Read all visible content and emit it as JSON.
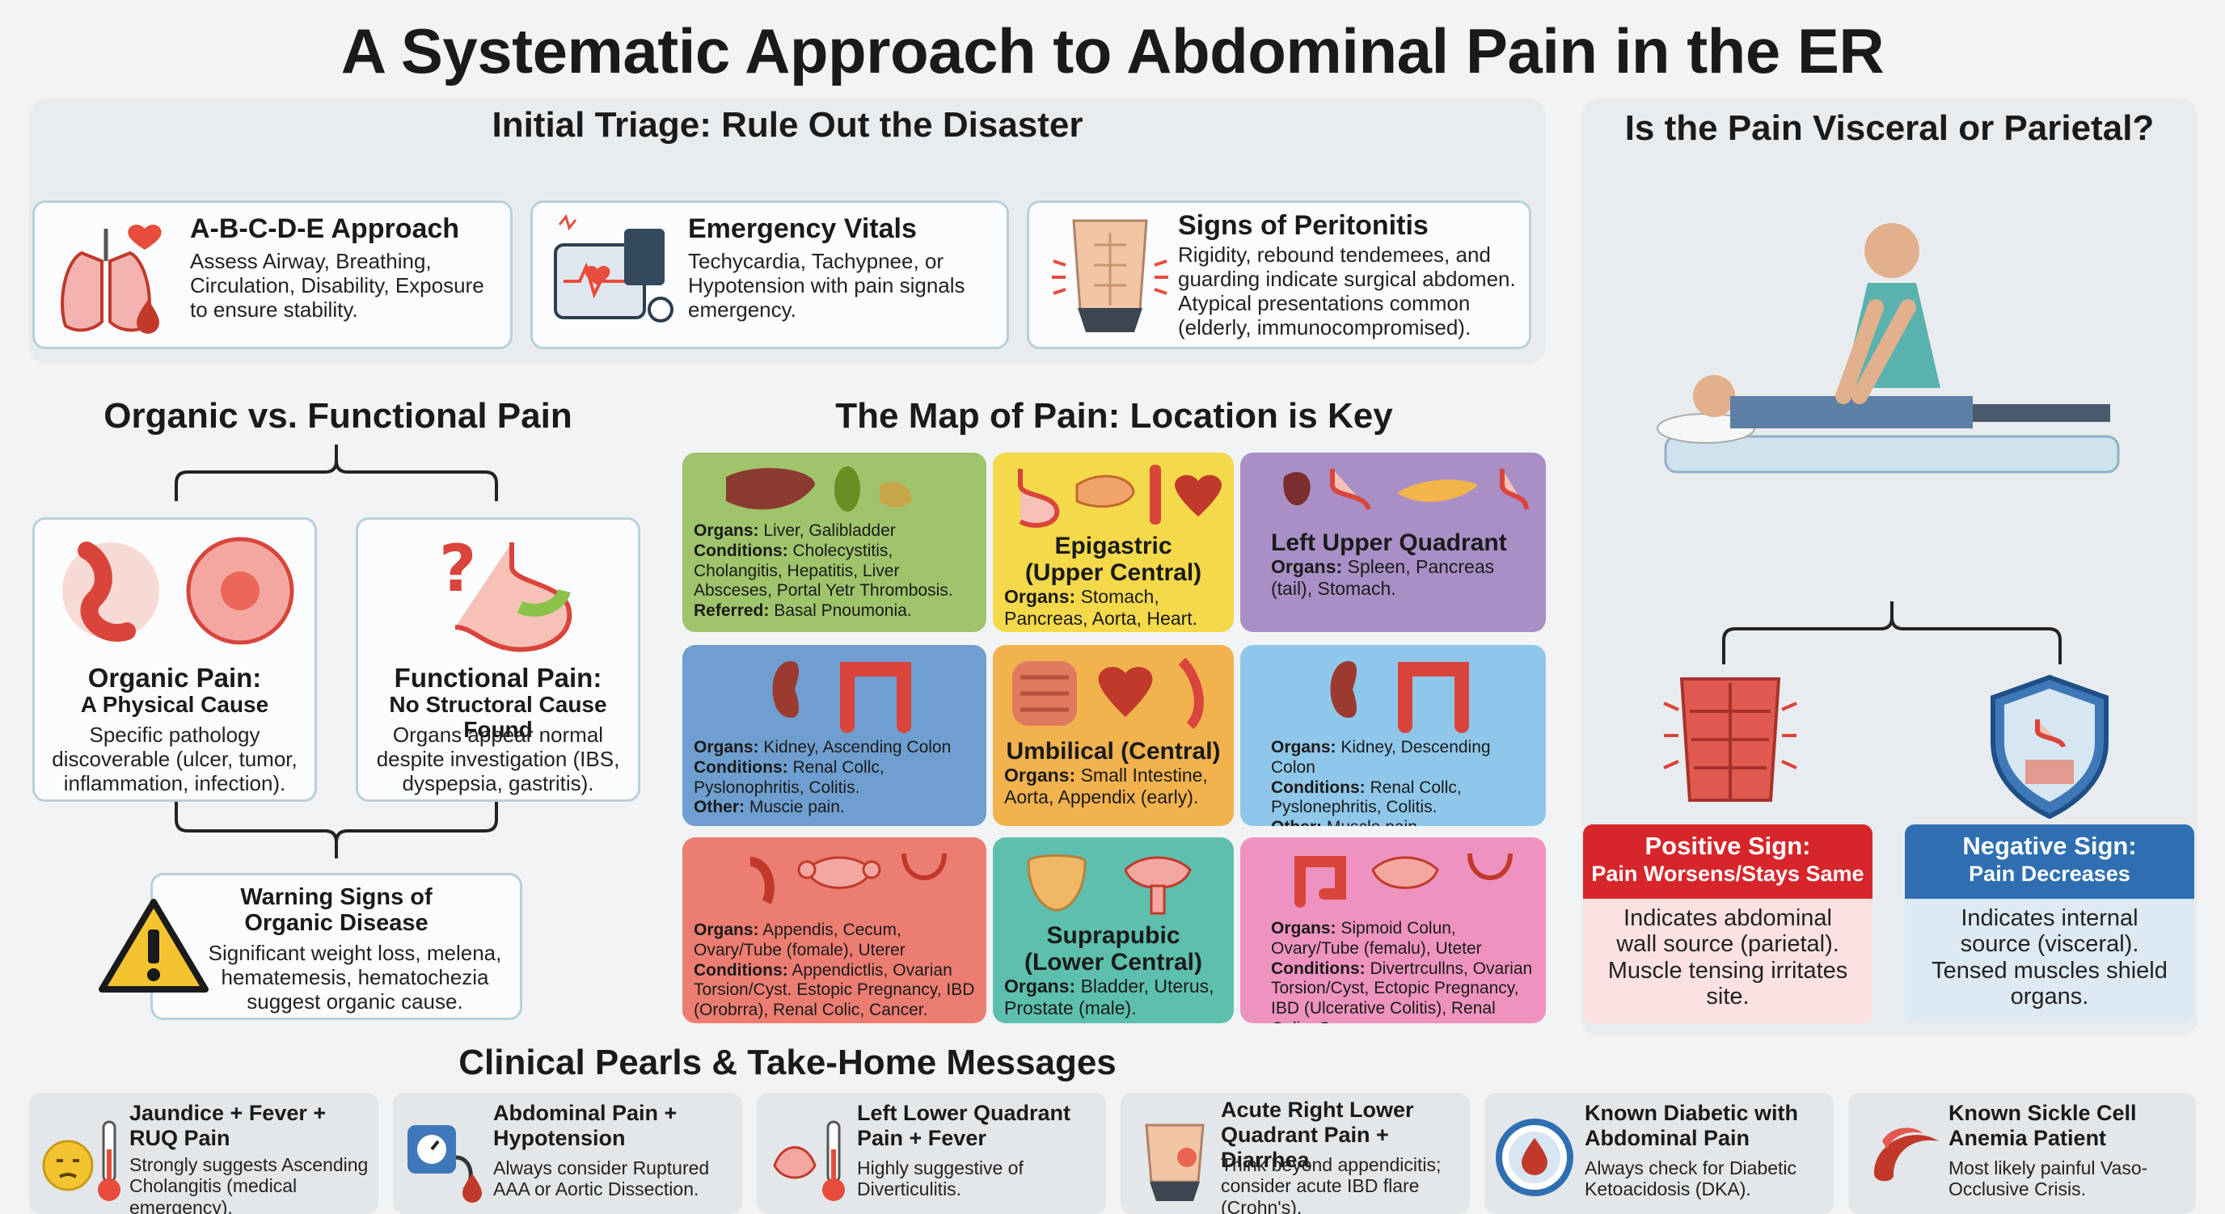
{
  "title": "A Systematic Approach to Abdominal Pain in the ER",
  "triage": {
    "title": "Initial Triage: Rule Out the Disaster",
    "cards": [
      {
        "title": "A-B-C-D-E Approach",
        "text": "Assess Airway, Breathing, Circulation, Disability, Exposure to ensure stability."
      },
      {
        "title": "Emergency Vitals",
        "text": "Techycardia, Tachypnee, or Hypotension with pain signals emergency."
      },
      {
        "title": "Signs of Peritonitis",
        "text": "Rigidity, rebound tendemees, and guarding indicate surgical abdomen. Atypical presentations common (elderly, immunocompromised)."
      }
    ]
  },
  "organic": {
    "title": "Organic vs. Functional Pain",
    "organic_card": {
      "title": "Organic Pain:",
      "subtitle": "A Physical Cause",
      "text": "Specific pathology discoverable (ulcer, tumor, inflammation, infection)."
    },
    "functional_card": {
      "title": "Functional Pain:",
      "subtitle": "No Structoral Cause Found",
      "text": "Organs appear normal despite investigation (IBS, dyspepsia, gastritis)."
    },
    "warning": {
      "title": "Warning Signs of Organic Disease",
      "text": "Significant weight loss, melena, hematemesis, hematochezia suggest organic cause."
    }
  },
  "map": {
    "title": "The Map of Pain: Location is Key",
    "colors": {
      "ruq": "#9fc46b",
      "epi": "#f4d94a",
      "luq": "#a98fc6",
      "rf": "#6f9fd0",
      "umb": "#f2b24e",
      "lf": "#8fc7ea",
      "rlq": "#ec7d72",
      "supra": "#5dbfae",
      "llq": "#ee93bf"
    },
    "ruq": {
      "organs_label": "Organs:",
      "organs": "Liver, Galibladder",
      "conditions_label": "Conditions:",
      "conditions": "Cholecystitis, Cholangitis, Hepatitis, Liver Absceses, Portal Yetr Thrombosis.",
      "referred_label": "Referred:",
      "referred": "Basal Pnoumonia."
    },
    "epi": {
      "title": "Epigastric",
      "subtitle": "(Upper Central)",
      "organs_label": "Organs:",
      "organs": "Stomach, Pancreas, Aorta, Heart."
    },
    "luq": {
      "title": "Left Upper Quadrant",
      "organs_label": "Organs:",
      "organs": "Spleen, Pancreas (tail), Stomach."
    },
    "rf": {
      "organs_label": "Organs:",
      "organs": "Kidney, Ascending Colon",
      "conditions_label": "Conditions:",
      "conditions": "Renal Collc, Pyslonophritis, Colitis.",
      "other_label": "Other:",
      "other": "Muscie pain."
    },
    "umb": {
      "title": "Umbilical (Central)",
      "organs_label": "Organs:",
      "organs": "Small Intestine, Aorta, Appendix (early)."
    },
    "lf": {
      "organs_label": "Organs:",
      "organs": "Kidney, Descending Colon",
      "conditions_label": "Conditions:",
      "conditions": "Renal Collc, Pyslonephritis, Colitis.",
      "other_label": "Other:",
      "other": "Muscle pain."
    },
    "rlq": {
      "organs_label": "Organs:",
      "organs": "Appendis, Cecum, Ovary/Tube (fomale), Uterer",
      "conditions_label": "Conditions:",
      "conditions": "Appendictlis, Ovarian Torsion/Cyst. Estopic Pregnancy, IBD (Orobrra), Renal Colic, Cancer."
    },
    "supra": {
      "title": "Suprapubic",
      "subtitle": "(Lower Central)",
      "organs_label": "Organs:",
      "organs": "Bladder, Uterus, Prostate (male)."
    },
    "llq": {
      "organs_label": "Organs:",
      "organs": "Sipmoid Colun, Ovary/Tube (femalu), Uteter",
      "conditions_label": "Conditions:",
      "conditions": "Divertrcullns, Ovarian Torsion/Cyst, Ectopic Pregnancy, IBD (Ulcerative Colitis), Renal Colic, Cancer."
    }
  },
  "visceral": {
    "title": "Is the Pain Visceral or Parietal?",
    "positive": {
      "title": "Positive Sign:",
      "subtitle": "Pain Worsens/Stays Same",
      "text": "Indicates abdominal wall source (parietal). Muscle tensing irritates site.",
      "color": "#d7262b"
    },
    "negative": {
      "title": "Negative Sign:",
      "subtitle": "Pain Decreases",
      "text": "Indicates internal source (visceral). Tensed muscles shield organs.",
      "color": "#2f6fb1"
    }
  },
  "pearls": {
    "title": "Clinical Pearls & Take-Home Messages",
    "items": [
      {
        "title": "Jaundice + Fever + RUQ Pain",
        "text": "Strongly suggests Ascending Cholangitis (medical emergency).",
        "icon": "thermometer-face-icon"
      },
      {
        "title": "Abdominal Pain + Hypotension",
        "text": "Always consider Ruptured AAA or Aortic Dissection.",
        "icon": "blood-pressure-icon"
      },
      {
        "title": "Left Lower Quadrant Pain + Fever",
        "text": "Highly suggestive of Diverticulitis.",
        "icon": "colon-thermometer-icon"
      },
      {
        "title": "Acute Right Lower Quadrant Pain + Diarrhea",
        "text": "Think beyond appendicitis; consider acute IBD flare (Crohn's).",
        "icon": "abdomen-pain-icon"
      },
      {
        "title": "Known Diabetic with Abdominal Pain",
        "text": "Always check for Diabetic Ketoacidosis (DKA).",
        "icon": "blood-drop-icon"
      },
      {
        "title": "Known Sickle Cell Anemia Patient",
        "text": "Most likely painful Vaso-Occlusive Crisis.",
        "icon": "sickle-cell-icon"
      }
    ]
  }
}
